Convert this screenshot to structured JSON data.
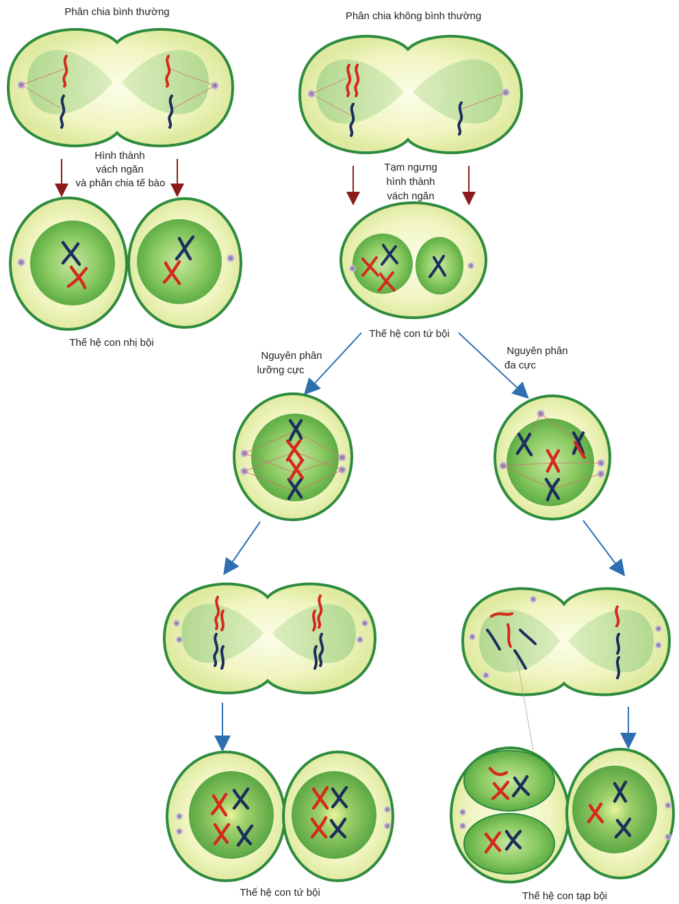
{
  "labels": {
    "normal_division": "Phân chia bình thường",
    "abnormal_division": "Phân chia không bình thường",
    "septum_formation": [
      "Hình thành",
      "vách ngăn",
      "và phân chia tế bào"
    ],
    "septum_pause": [
      "Tạm ngưng",
      "hình thành",
      "vách ngăn"
    ],
    "diploid_offspring": "Thế hệ con nhị bội",
    "tetraploid_offspring_top": "Thế hệ con tứ bội",
    "bipolar_mitosis": [
      "Nguyên phân",
      "lưỡng cực"
    ],
    "multipolar_mitosis": [
      "Nguyên phân",
      "đa cực"
    ],
    "tetraploid_offspring_bottom": "Thế hệ con tứ bội",
    "aneuploid_offspring": "Thế hệ con tạp bội"
  },
  "colors": {
    "membrane": "#2e8b3e",
    "cytoplasm": "#f2f6c4",
    "nucleus": "#7cbf54",
    "chromosome_red": "#d42a1c",
    "chromosome_blue": "#1c2e5c",
    "arrow_dark_red": "#8b1a1a",
    "arrow_blue": "#2f6fb0"
  }
}
